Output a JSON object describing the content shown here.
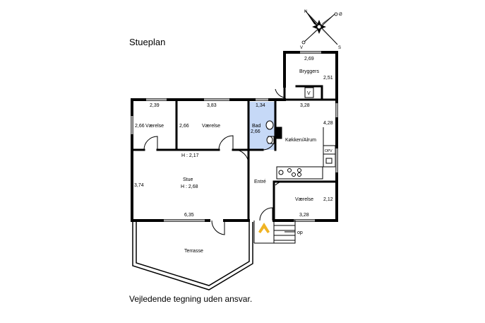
{
  "title": "Stueplan",
  "disclaimer": "Vejledende tegning uden ansvar.",
  "compass": {
    "n": "N",
    "s": "S",
    "o": "Ø",
    "v": "V"
  },
  "rooms": {
    "bryggers": {
      "name": "Bryggers",
      "width": "2,69",
      "depth": "2,51",
      "fixture": "V"
    },
    "vaerelse_left": {
      "name": "Værelse",
      "width": "2,39",
      "depth": "2,66"
    },
    "vaerelse_mid": {
      "name": "Værelse",
      "width": "3,83",
      "depth": "2,66"
    },
    "bad": {
      "name": "Bad",
      "width": "1,34",
      "depth": "2,66"
    },
    "kokken": {
      "name": "Køkken/Alrum",
      "width": "3,28",
      "depth": "4,28",
      "fixture": "OPV"
    },
    "hallway_height": "H : 2,17",
    "stue": {
      "name": "Stue",
      "height": "H : 2,68",
      "width": "6,35",
      "depth": "3,74"
    },
    "entre": {
      "name": "Entré"
    },
    "vaerelse_right": {
      "name": "Værelse",
      "width": "3,28",
      "depth": "2,12"
    },
    "terrasse": {
      "name": "Terrasse"
    },
    "stairs_label": "op"
  },
  "colors": {
    "wall": "#000000",
    "bath_fill": "#c6d9f7",
    "window": "#a8a8a8",
    "entrance_arrow": "#f0b323"
  }
}
